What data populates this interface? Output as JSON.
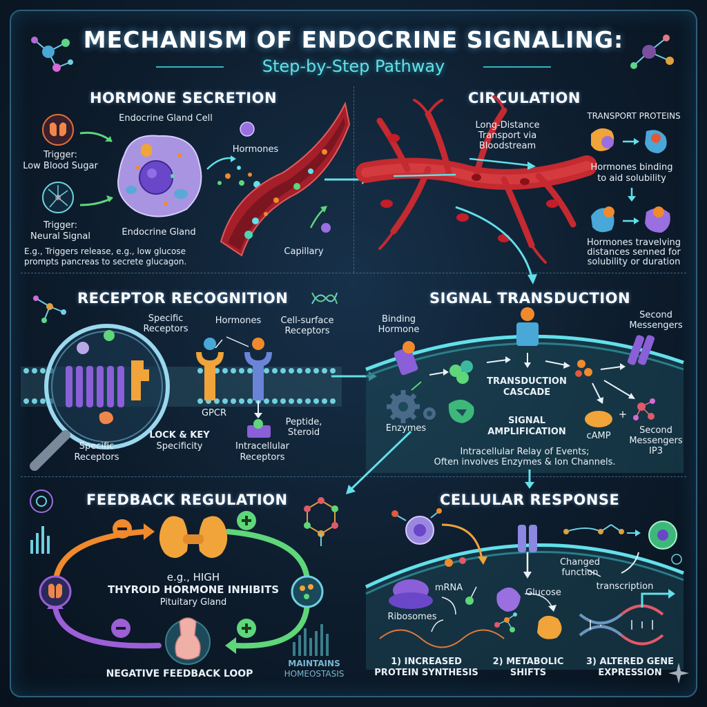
{
  "header": {
    "title": "MECHANISM OF ENDOCRINE SIGNALING:",
    "subtitle": "Step-by-Step Pathway"
  },
  "panels": {
    "secretion": {
      "title": "HORMONE SECRETION",
      "gland_cell": "Endocrine Gland Cell",
      "trigger1_a": "Trigger:",
      "trigger1_b": "Low Blood Sugar",
      "trigger2_a": "Trigger:",
      "trigger2_b": "Neural Signal",
      "hormones": "Hormones",
      "gland": "Endocrine Gland",
      "capillary": "Capillary",
      "example_1": "E.g., Triggers release, e.g., low glucose",
      "example_2": "prompts pancreas to secrete glucagon."
    },
    "circulation": {
      "title": "CIRCULATION",
      "transport_1": "Long-Distance",
      "transport_2": "Transport via",
      "transport_3": "Bloodstream",
      "proteins": "TRANSPORT PROTEINS",
      "binding_1": "Hormones binding",
      "binding_2": "to aid solubility",
      "travel_1": "Hormones travelving",
      "travel_2": "distances senned for",
      "travel_3": "solubility or duration"
    },
    "receptor": {
      "title": "RECEPTOR RECOGNITION",
      "specific_1": "Specific",
      "specific_2": "Receptors",
      "hormones": "Hormones",
      "surface_1": "Cell-surface",
      "surface_2": "Receptors",
      "gpcr": "GPCR",
      "peptide_1": "Peptide,",
      "peptide_2": "Steroid",
      "bottom_specific_1": "Specific",
      "bottom_specific_2": "Receptors",
      "lockkey_1": "LOCK & KEY",
      "lockkey_2": "Specificity",
      "intracellular_1": "Intracellular",
      "intracellular_2": "Receptors"
    },
    "transduction": {
      "title": "SIGNAL TRANSDUCTION",
      "binding_1": "Binding",
      "binding_2": "Hormone",
      "second_1": "Second",
      "second_2": "Messengers",
      "cascade_1": "TRANSDUCTION",
      "cascade_2": "CASCADE",
      "amp_1": "SIGNAL",
      "amp_2": "AMPLIFICATION",
      "enzymes": "Enzymes",
      "camp": "cAMP",
      "plus": "+",
      "second_b1": "Second",
      "second_b2": "Messengers",
      "ip3": "IP3",
      "relay_1": "Intracellular Relay of Events;",
      "relay_2": "Often involves Enzymes & Ion Channels."
    },
    "feedback": {
      "title": "FEEDBACK REGULATION",
      "minus": "−",
      "plus": "+",
      "eg": "e.g., HIGH",
      "inhibits": "THYROID HORMONE INHIBITS",
      "pituitary": "Pituitary Gland",
      "loop": "NEGATIVE FEEDBACK LOOP",
      "maintains_1": "MAINTAINS",
      "maintains_2": "HOMEOSTASIS"
    },
    "response": {
      "title": "CELLULAR RESPONSE",
      "changed_1": "Changed",
      "changed_2": "function",
      "transcription": "transcription",
      "mrna": "mRNA",
      "glucose": "Glucose",
      "ribosomes": "Ribosomes",
      "r1_1": "1) INCREASED",
      "r1_2": "PROTEIN SYNTHESIS",
      "r2_1": "2) METABOLIC",
      "r2_2": "SHIFTS",
      "r3_1": "3) ALTERED GENE",
      "r3_2": "EXPRESSION"
    }
  },
  "colors": {
    "accent": "#63e0ea",
    "blood": "#b8232a",
    "cell": "#8d76d8",
    "hormone_orange": "#f08a2c",
    "feedback_green": "#5fd67a",
    "feedback_purple": "#9b5fd6"
  }
}
